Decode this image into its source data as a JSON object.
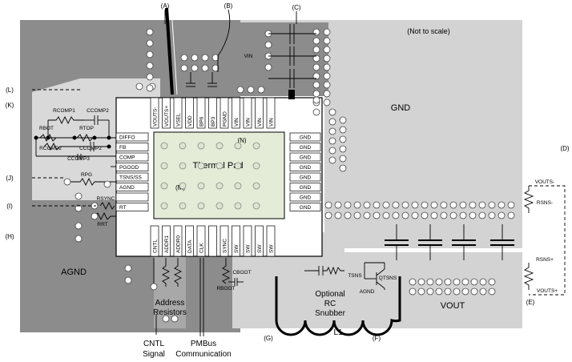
{
  "callouts": {
    "A": "(A)",
    "B": "(B)",
    "C": "(C)",
    "D": "(D)",
    "E": "(E)",
    "F": "(F)",
    "G": "(G)",
    "H": "(H)",
    "I": "(I)",
    "J": "(J)",
    "K": "(K)",
    "L": "(L)",
    "M": "(M)",
    "N": "(N)"
  },
  "regions": {
    "not_to_scale": "(Not to scale)",
    "vin": "VIN",
    "gnd": "GND",
    "agnd": "AGND",
    "vout": "VOUT",
    "thermal_pad": "Thermal Pad"
  },
  "pins": {
    "left": [
      "DIFFO",
      "FB",
      "COMP",
      "PGOOD",
      "TSNS/SS",
      "AGND",
      "",
      "RT"
    ],
    "right": [
      "GND",
      "GND",
      "GND",
      "GND",
      "GND",
      "GND",
      "GND",
      "GND"
    ],
    "top": [
      "VOUTS-",
      "VOUTS+",
      "VSEL",
      "VDD",
      "BP6",
      "BP3",
      "PGND",
      "VIN",
      "VIN",
      "VIN",
      "VIN"
    ],
    "bottom": [
      "CNTL",
      "ADDR1",
      "ADDR0",
      "DATA",
      "CLK",
      "",
      "SYNC",
      "SW",
      "SW",
      "SW",
      "SW"
    ]
  },
  "components": {
    "rcomp1": "RCOMP1",
    "ccomp2": "CCOMP2",
    "rbot": "RBOT",
    "rtop": "RTOP",
    "rcomp2": "RCOMP2",
    "ccomp2b": "CCOMP2",
    "ccomp3": "CCOMP3",
    "rpg": "RPG",
    "rsync": "RSYNC",
    "rrt": "RRT",
    "rboot": "RBOOT",
    "cboot": "CBOOT",
    "rsns_minus": "RSNS-",
    "rsns_plus": "RSNS+",
    "vouts_minus": "VOUTS-",
    "vouts_plus": "VOUTS+",
    "tsns": "TSNS",
    "qtsns": "QTSNS",
    "agnd_small": "AGND"
  },
  "notes": {
    "address_resistors": [
      "Address",
      "Resistors"
    ],
    "cntl_signal": [
      "CNTL",
      "Signal"
    ],
    "pmbus": [
      "PMBus",
      "Communication"
    ],
    "snubber": [
      "Optional",
      "RC",
      "Snubber"
    ],
    "l1": "L1"
  }
}
